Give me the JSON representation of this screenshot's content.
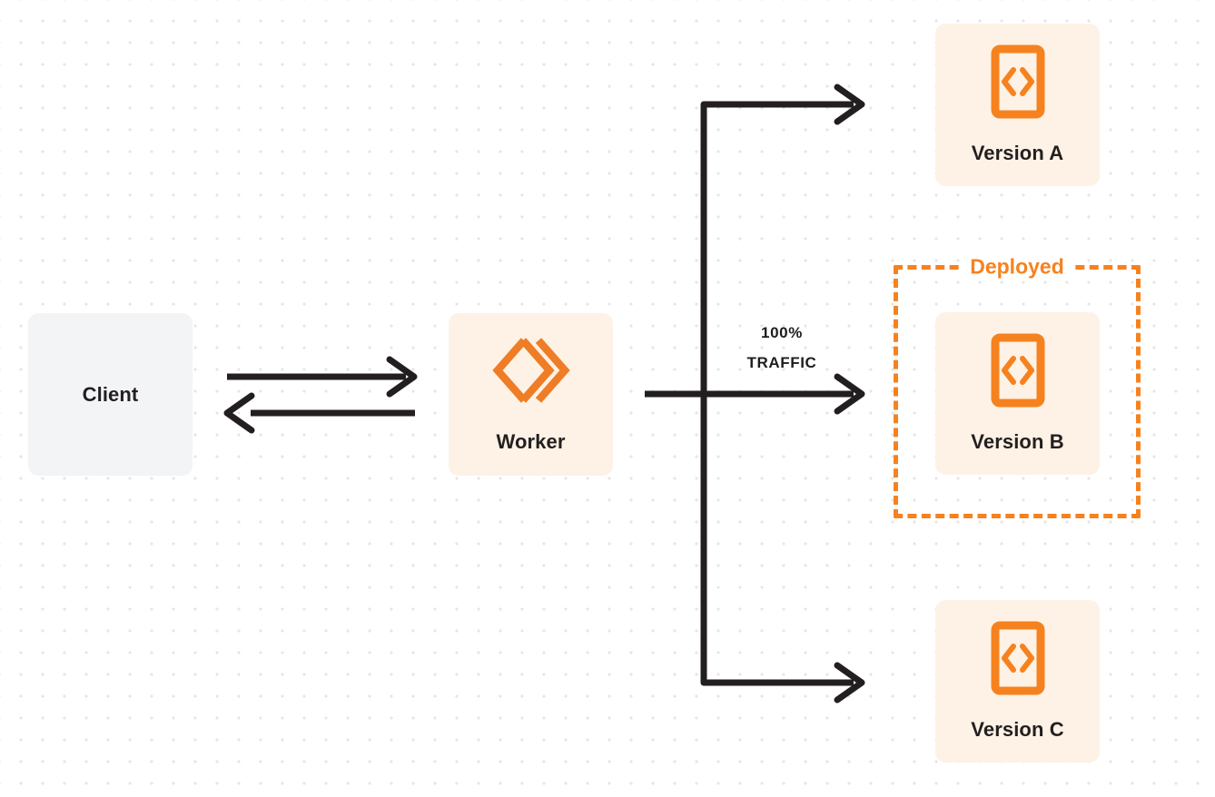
{
  "diagram": {
    "title": "Worker gradual deployment traffic split",
    "background": {
      "color": "#ffffff",
      "dot_color": "#e6e6e8",
      "dot_spacing": 24
    },
    "colors": {
      "orange": "#f6821f",
      "card_cream": "#fdf2e5",
      "client_gray": "#f3f4f5",
      "line_dark": "#231f20",
      "text_dark": "#231f20"
    },
    "nodes": {
      "client": {
        "label": "Client",
        "icon": "none"
      },
      "worker": {
        "label": "Worker",
        "icon": "cloudflare-workers-logo"
      },
      "version_a": {
        "label": "Version A",
        "icon": "code-file-icon"
      },
      "version_b": {
        "label": "Version B",
        "icon": "code-file-icon"
      },
      "version_c": {
        "label": "Version C",
        "icon": "code-file-icon"
      }
    },
    "group": {
      "deployed_label": "Deployed"
    },
    "edges": {
      "traffic_percent": "100%",
      "traffic_word": "TRAFFIC"
    }
  }
}
